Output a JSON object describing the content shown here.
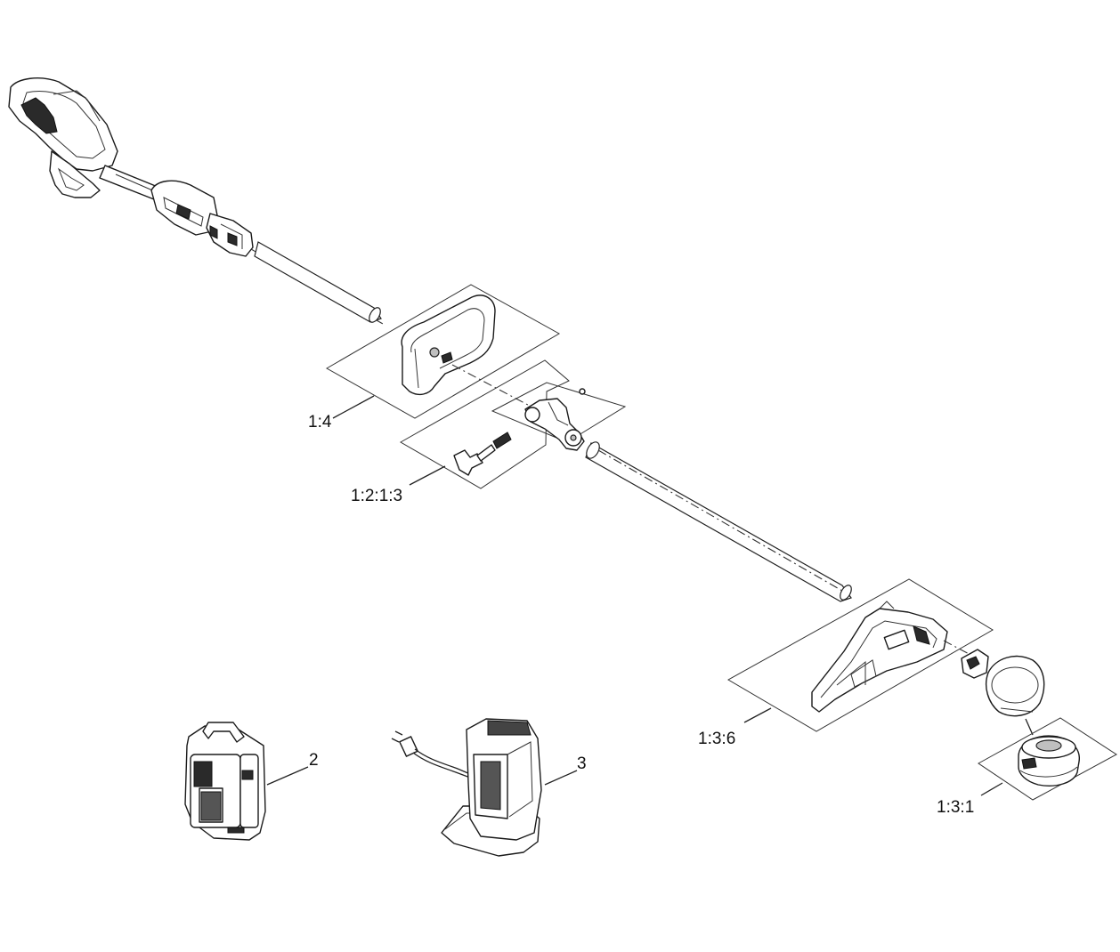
{
  "callouts": {
    "aux_handle": "1:4",
    "knob_assembly": "1:2:1:3",
    "guard": "1:3:6",
    "spool_head": "1:3:1",
    "battery": "2",
    "charger": "3"
  }
}
